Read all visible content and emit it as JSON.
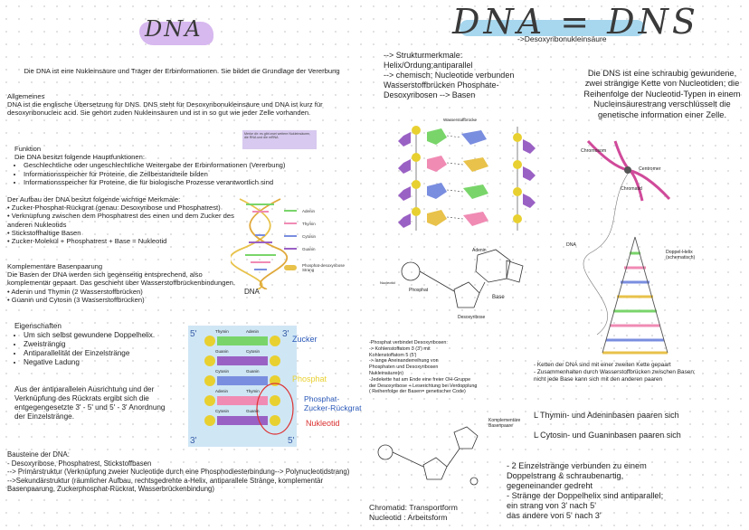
{
  "titles": {
    "left": "DNA",
    "right": "DNA = DNS",
    "right_sub": "->Desoxyribonukleinsäure"
  },
  "intro": "Die DNA ist eine Nukleinsäure und Träger der Erbinformationen. Sie bildet die Grundlage der Vererbung",
  "allgemeines": {
    "heading": "Allgemeines",
    "text": "DNA ist die englische Übersetzung für DNS. DNS steht für Desoxyribonukleinsäure und DNA ist kurz für desoxyribonucleic acid. Sie gehört zuden Nukleinsäuren und ist in so gut wie jeder Zelle vorhanden."
  },
  "note": "Merke dir: es gibt zwei weitere Nukleinsäuren, die RNA und die mRNA",
  "funktion": {
    "heading": "Funktion",
    "text": "Die DNA besitzt folgende Hauptfunktionen:",
    "items": [
      "Geschlechtliche oder ungeschlechtliche Weitergabe der Erbinformationen (Vererbung)",
      "Informationsspeicher für Proteine, die Zellbestandteile bilden",
      "Informationsspeicher für Proteine, die für biologische Prozesse verantwortlich sind"
    ]
  },
  "aufbau": {
    "text": "Der Aufbau der DNA besitzt folgende wichtige Merkmale:",
    "items": [
      "Zucker-Phosphat-Rückgrat (genau: Desoxyribose und Phosphatrest)",
      "Verknüpfung zwischen dem Phosphatrest des einen und dem Zucker des anderen Nukleotids",
      "Stickstoffhaltige Basen",
      "Zucker-Molekül + Phosphatrest + Base = Nukleotid"
    ]
  },
  "helix_legend": {
    "items": [
      {
        "label": "Adenin",
        "color": "#79d56a"
      },
      {
        "label": "Thymin",
        "color": "#f08bb4"
      },
      {
        "label": "Cytosin",
        "color": "#7a8ee0"
      },
      {
        "label": "Guanin",
        "color": "#9a61c4"
      },
      {
        "label": "Phosphat-desoxyribose Strang",
        "color": "#e8c24a"
      }
    ],
    "caption": "DNA"
  },
  "komplementaer": {
    "heading": "Komplementäre Basenpaarung",
    "text": "Die Basen der DNA werden sich gegenseitig entsprechend, also komplementär gepaart. Das geschieht über Wasserstoffbrückenbindungen.",
    "items": [
      "Adenin und Thymin (2 Wasserstoffbrücken)",
      "Guanin und Cytosin (3 Wasserstoffbrücken)"
    ]
  },
  "eigenschaften": {
    "heading": "Eigenschaften",
    "items": [
      "Um sich selbst gewundene Doppelhelix.",
      "Zweisträngig",
      "Antiparallelität der Einzelstränge",
      "Negative Ladung"
    ]
  },
  "antiparallel": "Aus der antiparallelen Ausrichtung und der Verknüpfung des Rückrats ergibt sich die entgegengesetzte 3' - 5' und 5' - 3' Anordnung der Einzelstränge.",
  "ladder": {
    "labels": {
      "zucker": "Zucker",
      "phosphat": "Phosphat",
      "rueckgrat": "Phosphat-Zucker-Rückgrat",
      "nukleotid": "Nukleotid"
    },
    "ends": {
      "tl": "5'",
      "tr": "3'",
      "bl": "3'",
      "br": "5'"
    },
    "pairs": [
      [
        "Thymin",
        "Adenin"
      ],
      [
        "Guanin",
        "Cytosin"
      ],
      [
        "Cytosin",
        "Guanin"
      ],
      [
        "Adenin",
        "Thymin"
      ],
      [
        "Cytosin",
        "Guanin"
      ]
    ]
  },
  "bausteine": {
    "heading": "Bausteine der DNA:",
    "lines": [
      "- Desoxyribose, Phosphatrest, Stickstoffbasen",
      "--> Primärstruktur (Verknüpfung zweier Nucleotide durch eine Phosphodiesterbindung--> Polynucleotidstrang)",
      "-->Sekundärstruktur (räumlicher Aufbau, rechtsgedrehte a-Helix, antiparallele Stränge, komplementär Basenpaarung, Zuckerphosphat-Rückrat, Wasserbrückenbindung)"
    ]
  },
  "mid_top": "--> Strukturmerkmale: Helix/Ordung;antiparallel --> chemisch; Nucleotide verbunden Wasserstoffbrücken Phosphate-Desoxyribosen --> Basen",
  "mid_top_lines": [
    "--> Strukturmerkmale:",
    "Helix/Ordung;antiparallel",
    "--> chemisch; Nucleotide verbunden",
    "Wasserstoffbrücken Phosphate-",
    "Desoxyribosen --> Basen"
  ],
  "mol_labels": {
    "wasserstoff": "Wasserstoffbrücke",
    "adenin": "Adenin",
    "nucleotid": "Nucleotid",
    "phosphat": "Phosphat",
    "base": "Base",
    "desox": "Desoxyribose"
  },
  "phosphat_notes": [
    "-Phosphat verbindet Desoxyribosen:",
    "-> Kohlenstoffatom 3 (3') mit",
    "Kohlenstoffatom 5 (5')",
    "-> lange Aneinanderreihung von",
    "Phosphaten und Desoxyribosen",
    "Nukleinsäure(n)",
    "-Jedekette hat am Ende eine freier OH-Gruppe",
    "der Desoxyribose + Leserichtung bei Verdopplung",
    "( Reihenfolge der Basen= genetischer Code)"
  ],
  "chromatid_caption": [
    "Chromatid: Transportform",
    "Nucleotid : Arbeitsform"
  ],
  "dns_desc": "Die DNS ist eine schraubig gewundene, zwei strängige Kette von Nucleotiden; die Reihenfolge der Nucleotid-Typen in einem Nucleinsäurestrang verschlüsselt die genetische information einer Zelle.",
  "chromosom_labels": {
    "chromosom": "Chromosom",
    "centromer": "Centromer",
    "chromatid": "Chromatid",
    "dna": "DNA",
    "helix": "Doppel-Helix (schematisch)"
  },
  "ketten_notes": [
    "- Ketten der DNA sind mit einer zweiten Kette gepaart",
    "- Zusammenhalten durch Wasserstoffbrücken zwischen Basen;",
    "nicht jede Base kann sich mit den anderen paaren"
  ],
  "basenpaare": {
    "label": "Komplementäre Basenpaare",
    "line1": "L Thymin- und Adeninbasen paaren sich",
    "line2": "L Cytosin- und Guaninbasen paaren sich"
  },
  "einzel": [
    "- 2 Einzelstränge verbunden zu einem",
    "Doppelstrang & schraubenartig,",
    "gegeneinander gedreht",
    "- Stränge der Doppelhelix sind antiparallel;",
    "ein strang von 3' nach 5'",
    "das andere von 5' nach 3'"
  ]
}
